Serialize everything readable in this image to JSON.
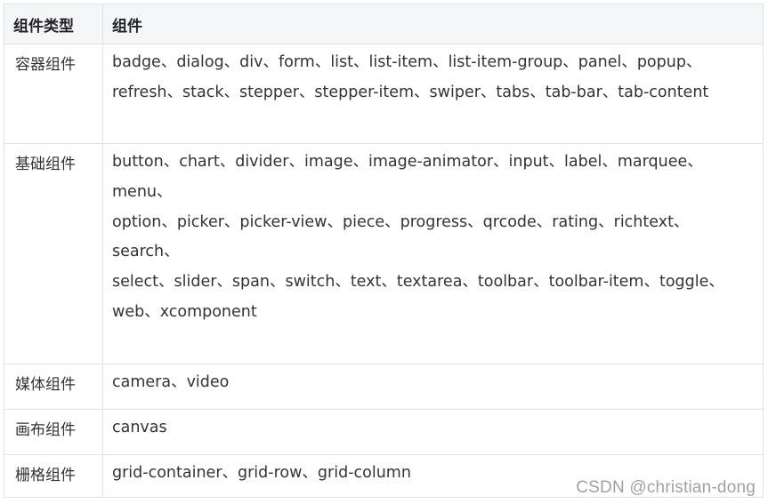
{
  "header": {
    "type_label": "组件类型",
    "component_label": "组件"
  },
  "rows": [
    {
      "type": "容器组件",
      "lines": [
        "badge、dialog、div、form、list、list-item、list-item-group、panel、popup、refresh、stack、stepper、stepper-item、swiper、tabs、tab-bar、tab-content"
      ]
    },
    {
      "type": "基础组件",
      "lines": [
        "button、chart、divider、image、image-animator、input、label、marquee、menu、",
        "option、picker、picker-view、piece、progress、qrcode、rating、richtext、search、",
        "select、slider、span、switch、text、textarea、toolbar、toolbar-item、toggle、",
        "web、xcomponent"
      ]
    },
    {
      "type": "媒体组件",
      "lines": [
        "camera、video"
      ]
    },
    {
      "type": "画布组件",
      "lines": [
        "canvas"
      ]
    },
    {
      "type": "栅格组件",
      "lines": [
        "grid-container、grid-row、grid-column"
      ]
    }
  ],
  "watermark": "CSDN @christian-dong"
}
